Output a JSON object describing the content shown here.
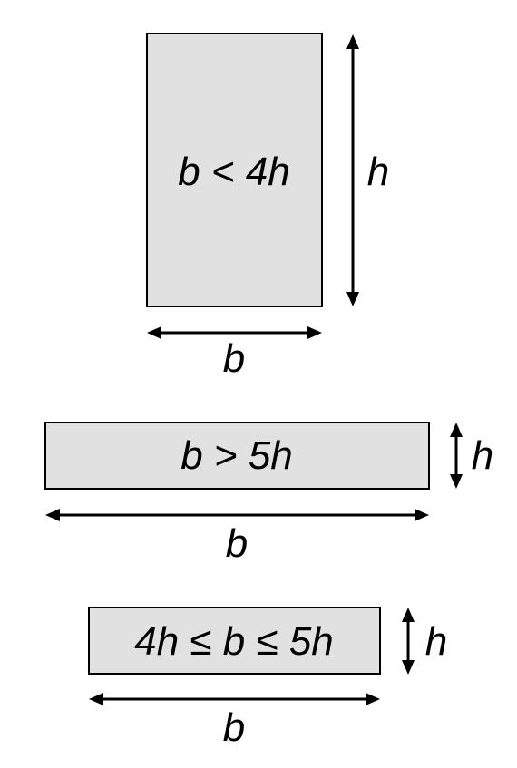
{
  "colors": {
    "box_fill": "#e1e1e1",
    "stroke": "#000000",
    "background": "#ffffff"
  },
  "diagrams": [
    {
      "condition": "b < 4h",
      "width_label": "b",
      "height_label": "h"
    },
    {
      "condition": "b > 5h",
      "width_label": "b",
      "height_label": "h"
    },
    {
      "condition": "4h ≤ b ≤ 5h",
      "width_label": "b",
      "height_label": "h"
    }
  ]
}
